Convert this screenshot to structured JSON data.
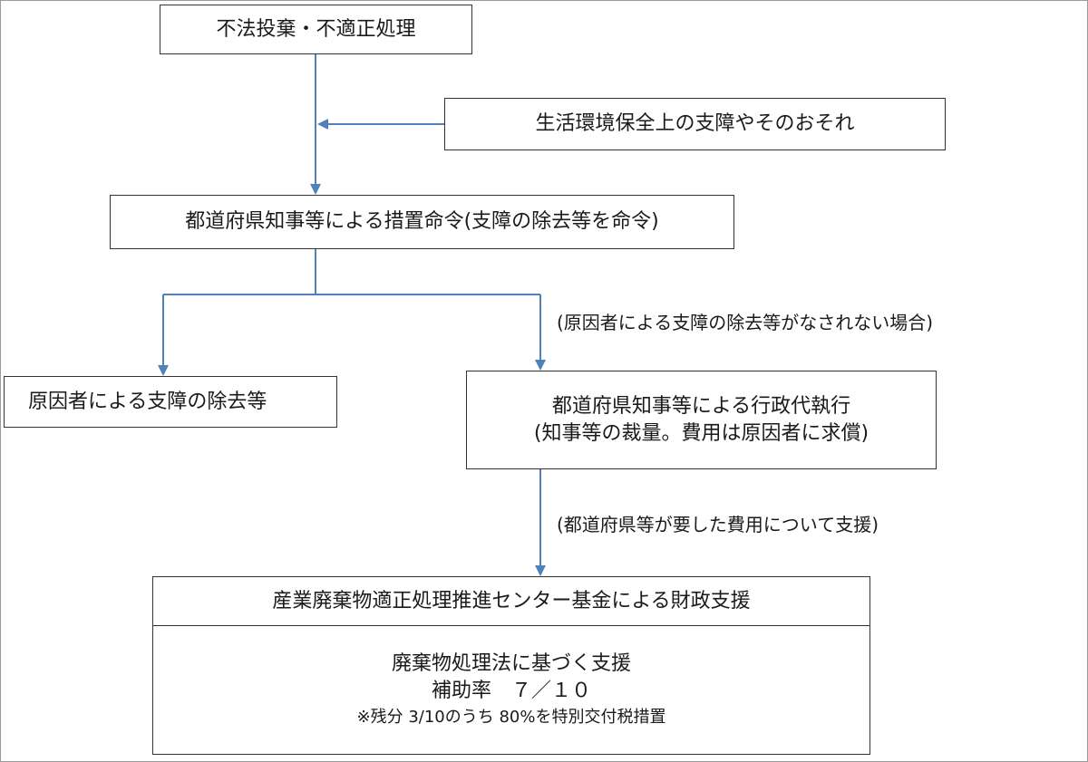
{
  "boxes": {
    "illegal_dumping": "不法投棄・不適正処理",
    "environmental_hazard": "生活環境保全上の支障やそのおそれ",
    "governor_order": "都道府県知事等による措置命令(支障の除去等を命令)",
    "cause_removal": "原因者による支障の除去等",
    "admin_execution_line1": "都道府県知事等による行政代執行",
    "admin_execution_line2": "(知事等の裁量。費用は原因者に求償)"
  },
  "notes": {
    "not_removed": "(原因者による支障の除去等がなされない場合)",
    "cost_support": "(都道府県等が要した費用について支援)"
  },
  "fund": {
    "title": "産業廃棄物適正処理推進センター基金による財政支援",
    "line1": "廃棄物処理法に基づく支援",
    "line2": "補助率　７／１０",
    "line3": "※残分 3/10のうち 80%を特別交付税措置"
  },
  "colors": {
    "arrow": "#4f81bd",
    "border": "#333333"
  }
}
